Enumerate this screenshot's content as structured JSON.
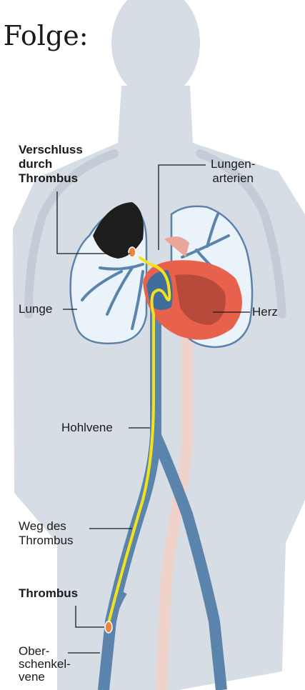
{
  "heading": {
    "partial_text": "e Folge:"
  },
  "labels": {
    "occlusion_line1": "Verschluss",
    "occlusion_line2": "durch",
    "occlusion_line3": "Thrombus",
    "pulmonary_arteries_line1": "Lungen-",
    "pulmonary_arteries_line2": "arterien",
    "lung": "Lunge",
    "heart": "Herz",
    "vena_cava": "Hohlvene",
    "path_line1": "Weg des",
    "path_line2": "Thrombus",
    "thrombus": "Thrombus",
    "femoral_vein_line1": "Ober-",
    "femoral_vein_line2": "schenkel-",
    "femoral_vein_line3": "vene"
  },
  "colors": {
    "body_silhouette": "#d6dde5",
    "lung_fill": "#eaf3fa",
    "lung_outline": "#5b82a8",
    "vein": "#5a84ab",
    "artery": "#e9a79a",
    "heart": "#e8614c",
    "heart_dark": "#b84a3c",
    "path_arrow": "#f3e21b",
    "thrombus": "#e9853e",
    "occluded_lung": "#1e1e1e",
    "leader_line": "#1a1a1a"
  },
  "icons": [
    "body-silhouette-icon",
    "lung-icon",
    "heart-icon",
    "vein-icon",
    "thrombus-icon",
    "arrow-icon"
  ]
}
